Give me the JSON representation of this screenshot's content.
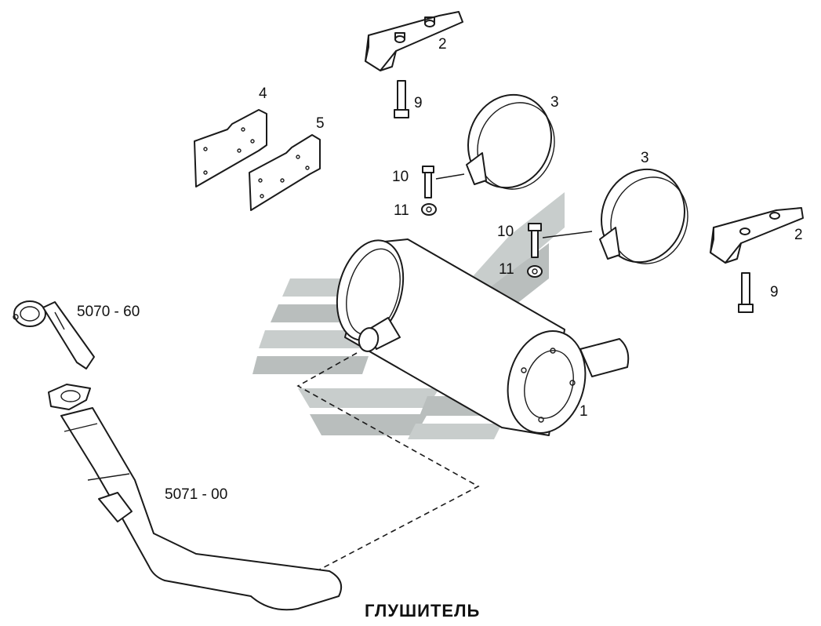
{
  "title": "ГЛУШИТЕЛЬ",
  "labels": {
    "l1": "1",
    "l2a": "2",
    "l2b": "2",
    "l3a": "3",
    "l3b": "3",
    "l4": "4",
    "l5": "5",
    "l9a": "9",
    "l9b": "9",
    "l10a": "10",
    "l10b": "10",
    "l11a": "11",
    "l11b": "11",
    "ref_clamp": "5070 - 60",
    "ref_pipe": "5071 - 00"
  },
  "colors": {
    "line": "#1a1a1a",
    "watermark": "#c8cdcc",
    "watermark_dark": "#b9bebd"
  }
}
